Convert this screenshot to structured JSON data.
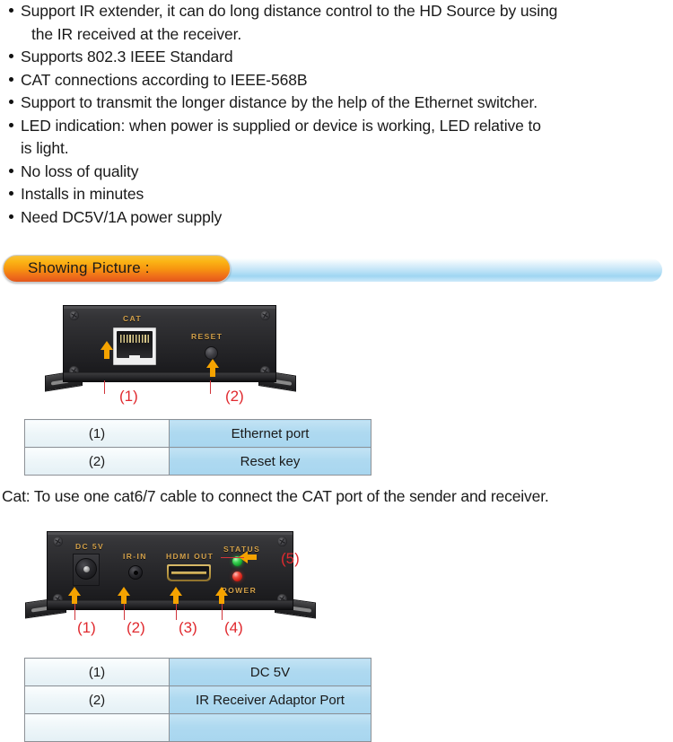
{
  "features": {
    "items": [
      {
        "line1": "Support IR extender, it can do long distance control to the HD Source by using",
        "line2": "the IR received at the receiver."
      },
      {
        "line1": "Supports 802.3 IEEE Standard",
        "line2": ""
      },
      {
        "line1": "CAT connections according to IEEE-568B",
        "line2": ""
      },
      {
        "line1": "Support to transmit the longer distance by the help of the Ethernet switcher.",
        "line2": ""
      },
      {
        "line1": "LED indication: when power is supplied or device is working, LED relative to",
        "line2": "is light."
      },
      {
        "line1": "No loss of quality",
        "line2": ""
      },
      {
        "line1": "Installs in minutes",
        "line2": ""
      },
      {
        "line1": "Need DC5V/1A power supply",
        "line2": ""
      }
    ]
  },
  "banner": {
    "label": "Showing Picture :",
    "pill_color_top": "#f7c13a",
    "pill_color_bottom": "#e3561b",
    "bar_color": "#aedcf5"
  },
  "sender_device": {
    "port_label_cat": "CAT",
    "port_label_reset": "RESET",
    "callout_1": "(1)",
    "callout_2": "(2)"
  },
  "sender_table": {
    "rows": [
      {
        "key": "(1)",
        "value": "Ethernet port"
      },
      {
        "key": "(2)",
        "value": "Reset key"
      }
    ]
  },
  "cat_note": "Cat: To use one cat6/7 cable to connect the CAT port of the sender and receiver.",
  "receiver_device": {
    "port_label_dc": "DC 5V",
    "port_label_ir": "IR-IN",
    "port_label_hdmi": "HDMI OUT",
    "port_label_status": "STATUS",
    "port_label_power": "POWER",
    "callout_1": "(1)",
    "callout_2": "(2)",
    "callout_3": "(3)",
    "callout_4": "(4)",
    "callout_5": "(5)",
    "led_status_color": "#2fcc4e",
    "led_power_color": "#d8251a",
    "label_color": "#d2a04a"
  },
  "receiver_table": {
    "rows": [
      {
        "key": "(1)",
        "value": "DC 5V"
      },
      {
        "key": "(2)",
        "value": "IR Receiver Adaptor Port"
      },
      {
        "key": "",
        "value": ""
      }
    ]
  }
}
